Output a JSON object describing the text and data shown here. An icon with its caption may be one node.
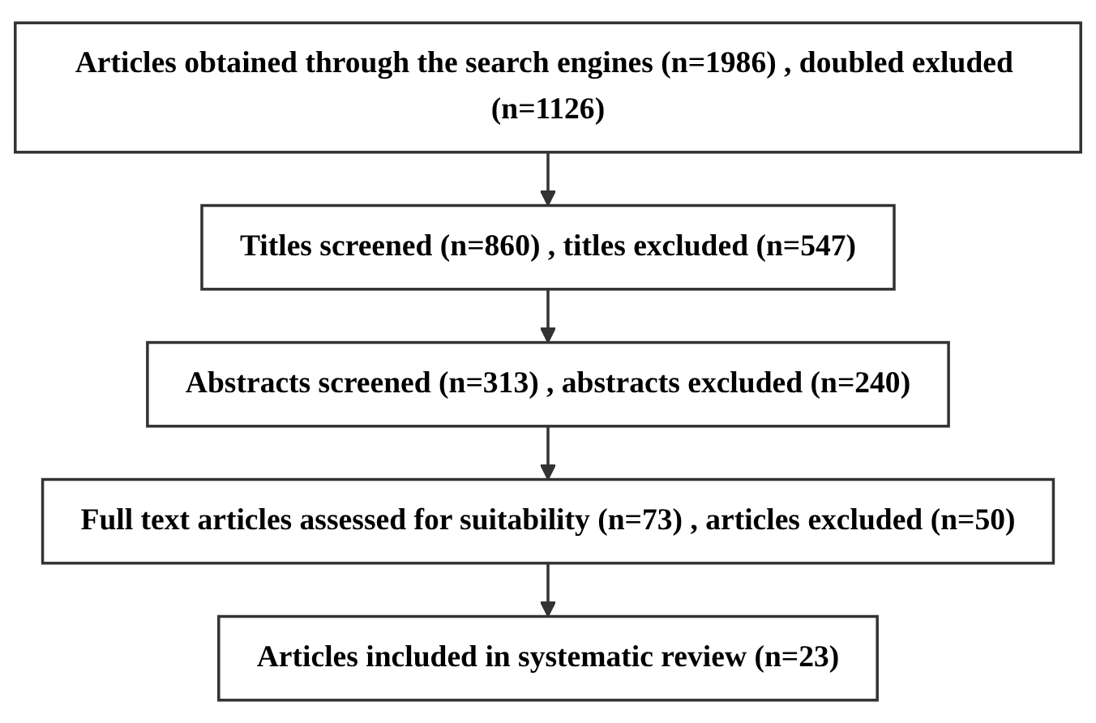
{
  "diagram": {
    "nodes": [
      {
        "text": [
          "Articles obtained through the search engines (n=1986) , doubled exluded (n=1126)"
        ]
      },
      {
        "text": [
          "Titles screened (n=860) , titles excluded (n=547)"
        ]
      },
      {
        "text": [
          "Abstracts screened (n=313) , abstracts excluded (n=240)"
        ]
      },
      {
        "text": [
          "Full text articles assessed for suitability (n=73) , articles excluded (n=50)"
        ]
      },
      {
        "text": [
          "Articles included in systematic review (n=23)"
        ]
      }
    ],
    "edges": [
      {
        "from": 0,
        "to": 1,
        "arrow": "to"
      },
      {
        "from": 1,
        "to": 2,
        "arrow": "to"
      },
      {
        "from": 2,
        "to": 3,
        "arrow": "to"
      },
      {
        "from": 3,
        "to": 4,
        "arrow": "to"
      }
    ]
  }
}
